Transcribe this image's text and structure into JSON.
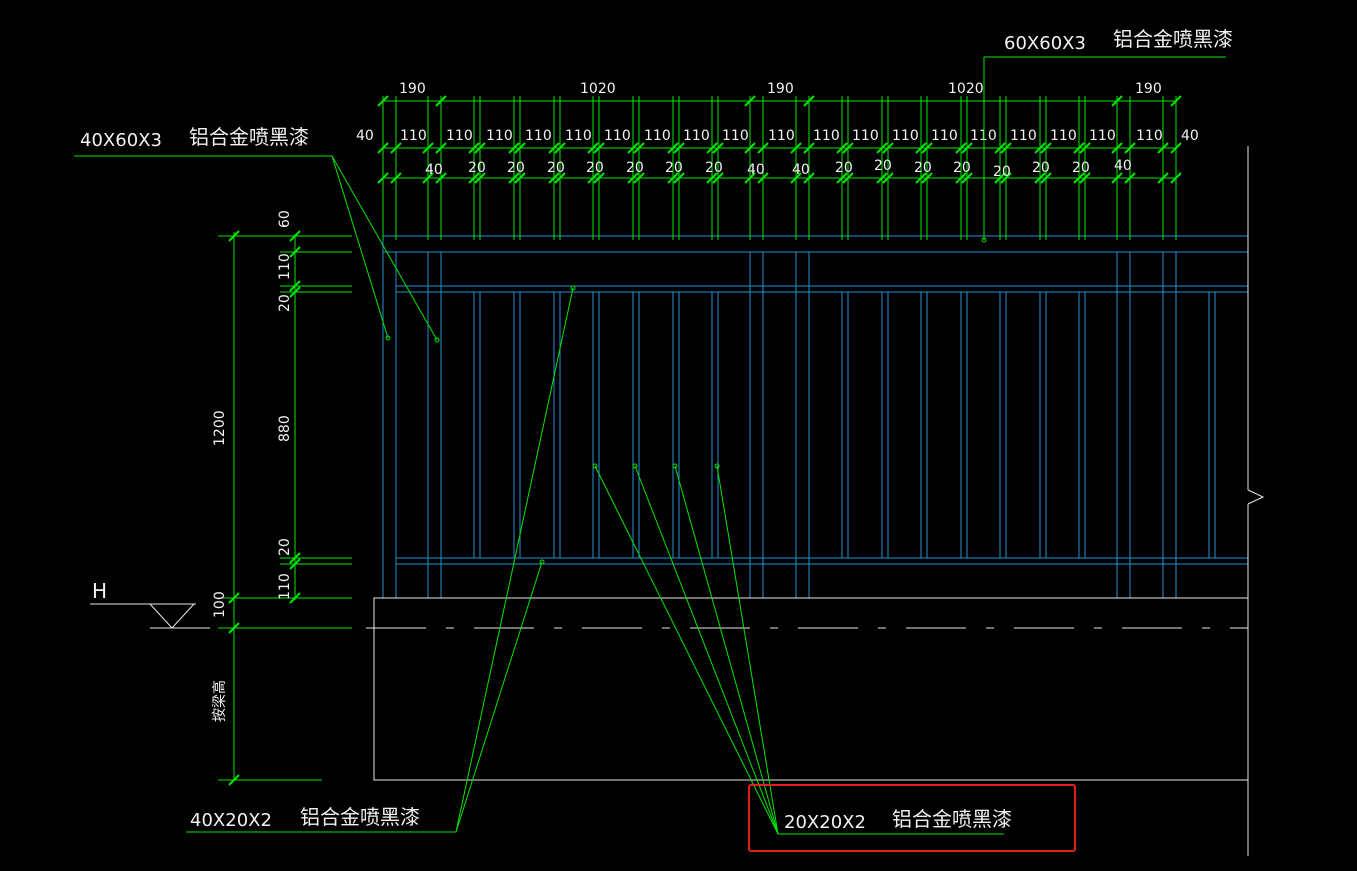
{
  "callouts": {
    "top_right": {
      "spec": "60X60X3",
      "material": "铝合金喷黑漆"
    },
    "top_left": {
      "spec": "40X60X3",
      "material": "铝合金喷黑漆"
    },
    "bottom_left": {
      "spec": "40X20X2",
      "material": "铝合金喷黑漆"
    },
    "bottom_right": {
      "spec": "20X20X2",
      "material": "铝合金喷黑漆"
    }
  },
  "top_dims": {
    "row1": [
      "190",
      "1020",
      "190",
      "1020",
      "190"
    ],
    "row2": [
      "40",
      "110",
      "110",
      "110",
      "110",
      "110",
      "110",
      "110",
      "110",
      "110",
      "110",
      "110",
      "110",
      "110",
      "110",
      "110",
      "110",
      "110",
      "110",
      "110",
      "40"
    ],
    "row3": [
      "40",
      "20",
      "20",
      "20",
      "20",
      "20",
      "20",
      "20",
      "40",
      "40",
      "20",
      "20",
      "20",
      "20",
      "20",
      "20",
      "20",
      "40"
    ]
  },
  "left_dims": {
    "outer": [
      "1200"
    ],
    "inner": [
      "60",
      "110",
      "20",
      "880",
      "20",
      "110"
    ],
    "base": [
      "100"
    ],
    "beam": "按梁高"
  },
  "level_mark": "H"
}
